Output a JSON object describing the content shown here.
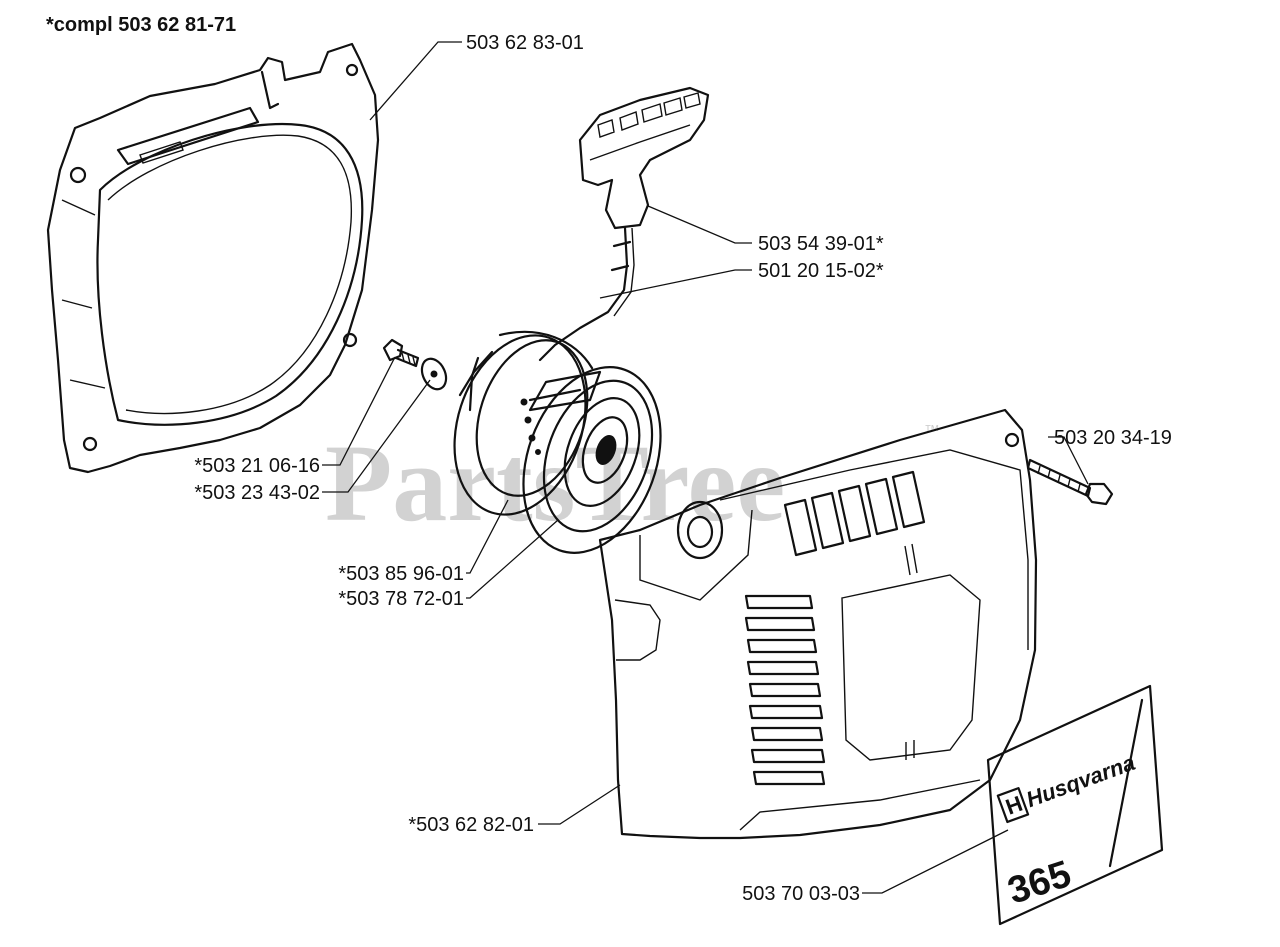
{
  "header": {
    "assembly_label": "*compl 503 62 81-71"
  },
  "watermark": {
    "text": "PartsTree",
    "tm": "™"
  },
  "decal": {
    "brand": "Husqvarna",
    "logo_letter": "H",
    "model": "365"
  },
  "callouts": [
    {
      "id": "starter-housing-frame",
      "text": "503 62 83-01"
    },
    {
      "id": "starter-handle",
      "text": "503 54 39-01*"
    },
    {
      "id": "starter-rope",
      "text": "501 20 15-02*"
    },
    {
      "id": "cover-screw",
      "text": "503 20 34-19"
    },
    {
      "id": "pulley-screw",
      "text": "*503 21 06-16"
    },
    {
      "id": "pulley-washer",
      "text": "*503 23 43-02"
    },
    {
      "id": "rope-pulley",
      "text": "*503 85 96-01"
    },
    {
      "id": "recoil-spring",
      "text": "*503 78 72-01"
    },
    {
      "id": "starter-cover",
      "text": "*503 62 82-01"
    },
    {
      "id": "decal-365",
      "text": "503 70 03-03"
    }
  ]
}
